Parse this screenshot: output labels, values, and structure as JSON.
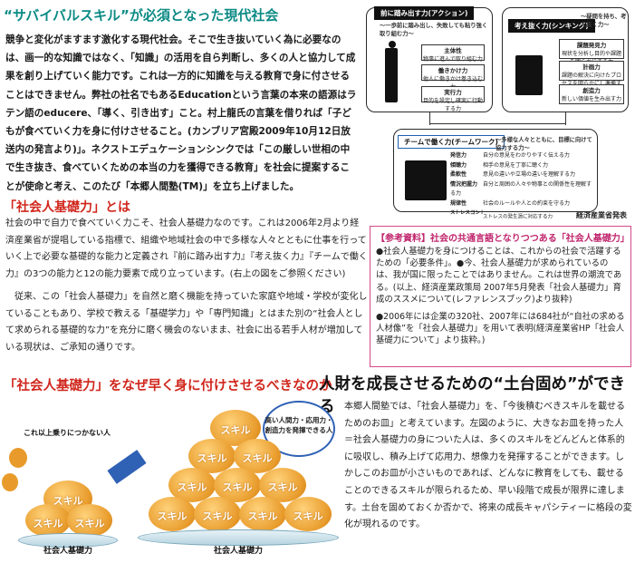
{
  "intro": {
    "title": "“サバイバルスキル”が必須となった現代社会",
    "body": "競争と変化がますます激化する現代社会。そこで生き抜いていく為に必要なのは、画一的な知識ではなく、「知識」の活用を自ら判断し、多くの人と協力して成果を創り上げていく能力です。これは一方的に知識を与える教育で身に付させることはできません。弊社の社名でもあるEducationという言葉の本来の語源はラテン語のeducere、「導く、引き出す」こと。村上龍氏の言葉を借りれば「子どもが食べていく力を身に付けさせること。(カンブリア宮殿2009年10月12日放送内の発言より)」。ネクストエデュケーションシンクでは「この厳しい世相の中で生き抜き、食べていくための本当の力を獲得できる教育」を社会に提案することが使命と考え、このたび「本郷人間塾(TM)」を立ち上げました。"
  },
  "section2": {
    "title": "「社会人基礎力」とは",
    "body1": "社会の中で自力で食べていく力こそ、社会人基礎力なのです。これは2006年2月より経済産業省が提唱している指標で、組織や地域社会の中で多様な人々とともに仕事を行っていく上で必要な基礎的な能力と定義され『前に踏み出す力』『考え抜く力』『チームで働く力』の3つの能力と12の能力要素で成り立っています。(右上の図をご参照ください)",
    "body2": "従来、この「社会人基礎力」を自然と磨く機能を持っていた家庭や地域・学校が変化していることもあり、学校で教える「基礎学力」や「専門知識」とはまた別の“社会人として求められる基礎的な力”を充分に磨く機会のないまま、社会に出る若手人材が増加している現状は、ご承知の通りです。"
  },
  "diagram": {
    "box1_title": "前に踏み出す力(アクション)",
    "box1_sub": "〜一歩前に踏み出し、失敗しても粘り強く取り組む力〜",
    "box1_items": [
      {
        "name": "主体性",
        "desc": "物事に進んで取り組む力"
      },
      {
        "name": "働きかけ力",
        "desc": "他人に働きかけ巻き込む力"
      },
      {
        "name": "実行力",
        "desc": "目的を設定し確実に行動する力"
      }
    ],
    "box2_title": "考え抜く力(シンキング)",
    "box2_sub": "〜疑問を持ち、考え抜く力〜",
    "box2_items": [
      {
        "name": "課題発見力",
        "desc": "現状を分析し目的や課題を明らかにする力"
      },
      {
        "name": "計画力",
        "desc": "課題の解決に向けたプロセスを明らかにし準備する力"
      },
      {
        "name": "創造力",
        "desc": "新しい価値を生み出す力"
      }
    ],
    "box3_title": "チームで働く力(チームワーク)",
    "box3_sub": "〜多様な人々とともに、目標に向けて協力する力〜",
    "box3_items": [
      {
        "name": "発信力",
        "desc": "自分の意見をわかりやすく伝える力"
      },
      {
        "name": "傾聴力",
        "desc": "相手の意見を丁寧に聴く力"
      },
      {
        "name": "柔軟性",
        "desc": "意見の違いや立場の違いを理解する力"
      },
      {
        "name": "情況把握力",
        "desc": "自分と周囲の人々や物事との関係性を理解する力"
      },
      {
        "name": "規律性",
        "desc": "社会のルールや人との約束を守る力"
      },
      {
        "name": "ストレスコントロール力",
        "desc": "ストレスの発生源に対応する力"
      }
    ],
    "credit": "経済産業省発表"
  },
  "reference": {
    "title": "【参考資料】社会の共通言語となりつつある「社会人基礎力」",
    "para1": "●社会人基礎力を身につけることは、これからの社会で活躍するための「必要条件」。●今、社会人基礎力が求められているのは、我が国に限ったことではありません。これは世界の潮流である。(以上、経済産業政策局 2007年5月発表「社会人基礎力」育成のススメについて(レファレンスブック)より抜粋)",
    "para2": "●2006年には企業の320社、2007年には684社が“自社の求める人材像”を「社会人基礎力」を用いて表明(経済産業省HP「社会人基礎力について」より抜粋。)"
  },
  "section3": {
    "title": "「社会人基礎力」をなぜ早く身に付けさせるべきなのか",
    "subtitle": "人財を成長させるための“土台固め”ができる",
    "body": "本郷人間塾では、「社会人基礎力」を、「今後積むべきスキルを載せるためのお皿」と考えています。左図のように、大きなお皿を持った人＝社会人基礎力の身についた人は、多くのスキルをどんどんと体系的に吸収し、積み上げて応用力、想像力を発揮することができます。しかしこのお皿が小さいものであれば、どんなに教育をしても、載せることのできるスキルが限られるため、早い段階で成長が限界に達します。土台を固めておくか否かで、将来の成長キャパシティーに格段の変化が現れるのです。",
    "illus_small_label": "これ以上乗りにつかない人",
    "illus_big_label": "高い人間力・応用力・創造力を発揮できる人",
    "skill_word": "スキル",
    "plate_label": "社会人基礎力"
  }
}
